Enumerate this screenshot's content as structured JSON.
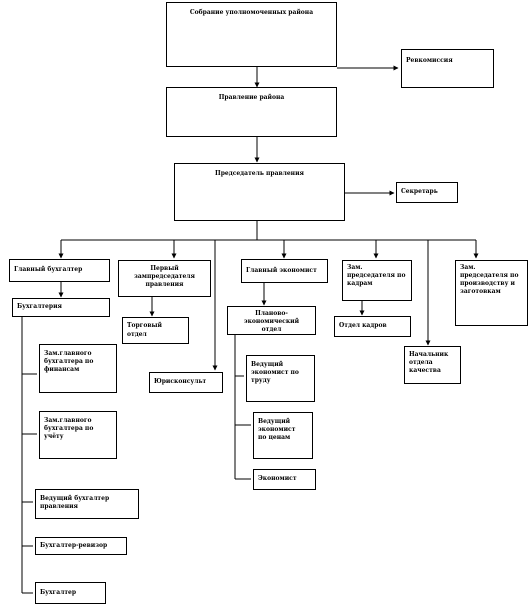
{
  "nodes": {
    "sobranie": "Собрание уполномоченных района",
    "revkomissiya": "Ревкомиссия",
    "pravlenie": "Правление района",
    "predsedatel": "Председатель правления",
    "sekretar": "Секретарь",
    "glavbukh": "Главный бухгалтер",
    "pervyi_zam": "Первый\nзампредседателя\nправления",
    "glav_ekonomist": "Главный экономист",
    "zam_kadry": "Зам.\nпредседателя по\nкадрам",
    "zam_proizvodstvo": "Зам.\nпредседателя по\nпроизводству и\nзаготовкам",
    "bukhgalteriya": "Бухгалтерия",
    "torgovyi_otdel": "Торговый\nотдел",
    "plan_ek_otdel": "Планово-\nэкономический\nотдел",
    "otdel_kadrov": "Отдел кадров",
    "zam_glavbukh_fin": "Зам.главного\nбухгалтера по\nфинансам",
    "yuriskonsult": "Юрисконсульт",
    "ved_ek_trud": "Ведущий\nэкономист по\nтруду",
    "nachalnik_kachestvo": "Начальник\nотдела\nкачества",
    "zam_glavbukh_uchet": "Зам.главного\nбухгалтера по\nучёту",
    "ved_ek_ceny": "Ведущий\nэкономист\nпо ценам",
    "ekonomist": "Экономист",
    "ved_bukhgalter": "Ведущий бухгалтер\nправления",
    "bukhgalter_revizor": "Бухгалтер-ревизор",
    "bukhgalter": "Бухгалтер"
  }
}
